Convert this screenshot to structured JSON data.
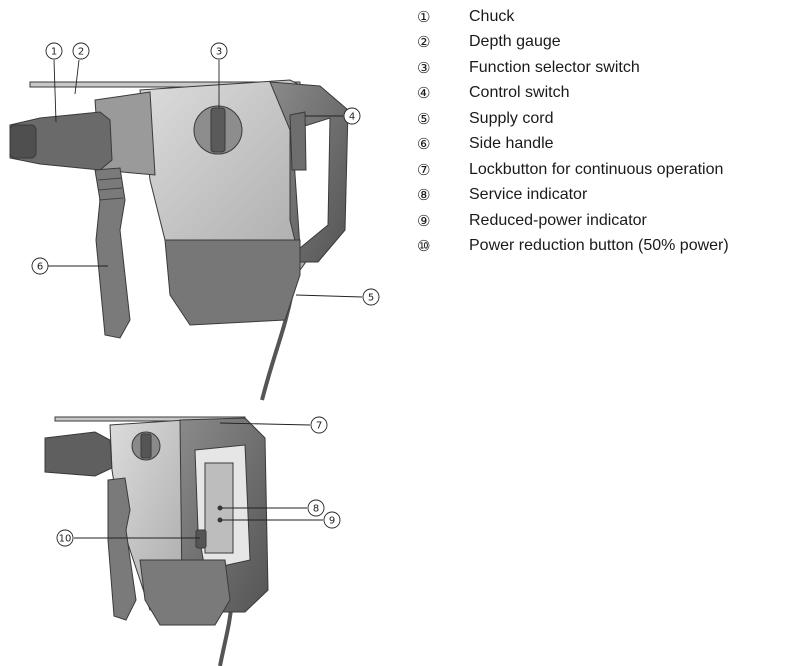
{
  "legend": {
    "items": [
      {
        "num": "①",
        "label": "Chuck"
      },
      {
        "num": "②",
        "label": "Depth gauge"
      },
      {
        "num": "③",
        "label": "Function selector switch"
      },
      {
        "num": "④",
        "label": "Control switch"
      },
      {
        "num": "⑤",
        "label": "Supply cord"
      },
      {
        "num": "⑥",
        "label": "Side handle"
      },
      {
        "num": "⑦",
        "label": "Lockbutton for continuous operation"
      },
      {
        "num": "⑧",
        "label": "Service indicator"
      },
      {
        "num": "⑨",
        "label": "Reduced-power indicator"
      },
      {
        "num": "⑩",
        "label": "Power reduction button (50% power)"
      }
    ]
  },
  "callouts": {
    "c1": "1",
    "c2": "2",
    "c3": "3",
    "c4": "4",
    "c5": "5",
    "c6": "6",
    "c7": "7",
    "c8": "8",
    "c9": "9",
    "c10": "10"
  },
  "colors": {
    "body_light": "#cfcfcf",
    "body_mid": "#a8a8a8",
    "body_dark": "#5c5c5c",
    "outline": "#3a3a3a"
  }
}
